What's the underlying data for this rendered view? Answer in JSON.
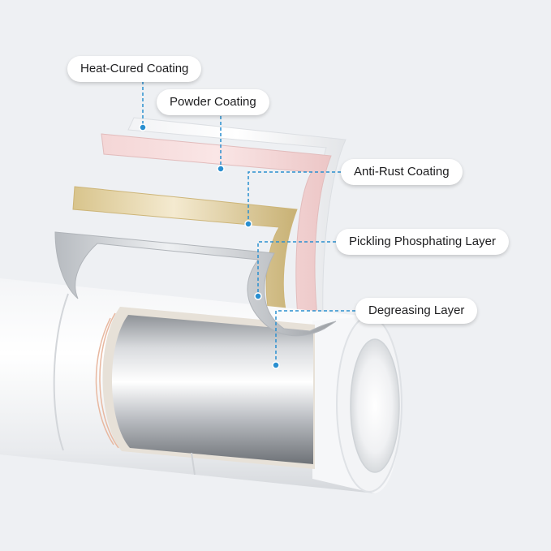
{
  "layers": [
    {
      "id": "heat",
      "label": "Heat-Cured Coating"
    },
    {
      "id": "powder",
      "label": "Powder Coating"
    },
    {
      "id": "antirust",
      "label": "Anti-Rust Coating"
    },
    {
      "id": "pickling",
      "label": "Pickling Phosphating Layer"
    },
    {
      "id": "degreasing",
      "label": "Degreasing Layer"
    }
  ],
  "colors": {
    "background": "#eef0f3",
    "leader": "#2a8fd0",
    "heat_cured": "#f7f8fa",
    "powder": "#f6dede",
    "anti_rust": "#e8d9ad",
    "pickling": "#c9ccd0",
    "pipe": "#ffffff"
  }
}
